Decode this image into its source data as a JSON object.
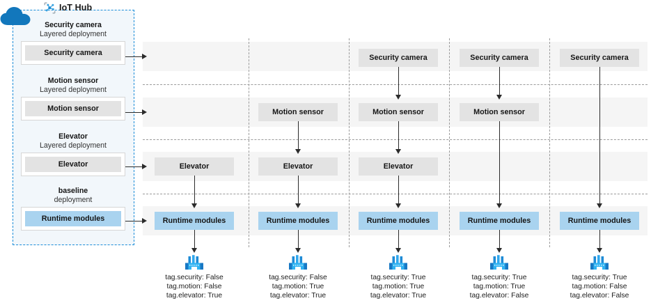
{
  "hub": {
    "title": "IoT Hub",
    "icon": "iot-hub-nodes-icon",
    "cloud_icon": "cloud-icon",
    "accent": "#1a8cd8",
    "panel_bg": "#f2f7fb",
    "groups": [
      {
        "name_line1": "Security camera",
        "name_line2": "Layered deployment",
        "module": "Security camera",
        "highlight": false
      },
      {
        "name_line1": "Motion sensor",
        "name_line2": "Layered deployment",
        "module": "Motion sensor",
        "highlight": false
      },
      {
        "name_line1": "Elevator",
        "name_line2": "Layered deployment",
        "module": "Elevator",
        "highlight": false
      },
      {
        "name_line1": "baseline",
        "name_line2": "deployment",
        "module": "Runtime modules",
        "highlight": true
      }
    ]
  },
  "grid": {
    "row_labels": [
      "Security camera",
      "Motion sensor",
      "Elevator",
      "Runtime modules"
    ],
    "node_colors": {
      "normal": "#e3e3e3",
      "highlight": "#a9d3ef"
    },
    "band_color": "#f5f5f5",
    "separator_color": "#9a9a9a",
    "devices": [
      {
        "icon": "factory-icon",
        "nodes": [
          null,
          null,
          "Elevator",
          "Runtime modules"
        ],
        "tags": [
          "tag.security: False",
          "tag.motion: False",
          "tag.elevator: True"
        ]
      },
      {
        "icon": "factory-icon",
        "nodes": [
          null,
          "Motion sensor",
          "Elevator",
          "Runtime modules"
        ],
        "tags": [
          "tag.security: False",
          "tag.motion: True",
          "tag.elevator: True"
        ]
      },
      {
        "icon": "factory-icon",
        "nodes": [
          "Security camera",
          "Motion sensor",
          "Elevator",
          "Runtime modules"
        ],
        "tags": [
          "tag.security: True",
          "tag.motion: True",
          "tag.elevator: True"
        ]
      },
      {
        "icon": "factory-icon",
        "nodes": [
          "Security camera",
          "Motion sensor",
          null,
          "Runtime modules"
        ],
        "tags": [
          "tag.security: True",
          "tag.motion: True",
          "tag.elevator: False"
        ]
      },
      {
        "icon": "factory-icon",
        "nodes": [
          "Security camera",
          null,
          null,
          "Runtime modules"
        ],
        "tags": [
          "tag.security: True",
          "tag.motion: False",
          "tag.elevator: False"
        ]
      }
    ]
  }
}
